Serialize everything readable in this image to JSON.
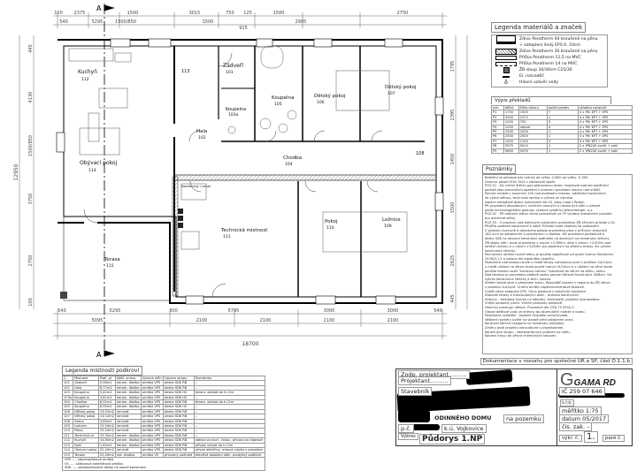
{
  "plan": {
    "section_marker": "A",
    "overall_width": "18700",
    "overall_height": "12950",
    "dims_top_row1": [
      "100",
      "2375",
      "1500",
      "3015",
      "750",
      "125",
      "1500",
      "2750"
    ],
    "dims_top_row2": [
      "540",
      "5295",
      "1500/850",
      "1500",
      "915",
      "2905"
    ],
    "dims_bottom_row1": [
      "540",
      "5295",
      "300",
      "5795",
      "3000",
      "3000",
      "540"
    ],
    "dims_bottom_row2": [
      "5095",
      "2100",
      "2100",
      "2100",
      "2100"
    ],
    "dims_left": [
      "445",
      "4130",
      "1500/850",
      "3750",
      "2750",
      "100"
    ],
    "dims_right": [
      "1795",
      "2395",
      "1450",
      "1500",
      "2625",
      "445"
    ],
    "rooms": [
      {
        "name": "Kuchyň",
        "num": "112"
      },
      {
        "name": "Zádveří",
        "num": "101"
      },
      {
        "name": "Koupelna",
        "num": "103a"
      },
      {
        "name": "Koupelna",
        "num": "105"
      },
      {
        "name": "Dětský pokoj",
        "num": "106"
      },
      {
        "name": "Dětský pokoj",
        "num": "107"
      },
      {
        "name": "Hala",
        "num": "102"
      },
      {
        "name": "Chodba",
        "num": "104"
      },
      {
        "name": "Obývací pokoj",
        "num": "114"
      },
      {
        "name": "Technická místnost",
        "num": "111"
      },
      {
        "name": "Pokoj",
        "num": "110"
      },
      {
        "name": "Ložnice",
        "num": "109"
      },
      {
        "name": "Terasa",
        "num": "115"
      },
      {
        "name": "",
        "num": "113"
      },
      {
        "name": "",
        "num": "108"
      }
    ],
    "tech_note": "Nezámrzný / ventil"
  },
  "material_legend": {
    "title": "Legenda materiálů a značek",
    "items": [
      "Zdivo Porotherm 44 broušené na pěnu",
      "+ zateplení šedý EPS tl. 10cm",
      "Zdivo Porotherm 30 broušené na pěnu",
      "Příčka Porotherm 11,5 na MVC",
      "Příčka Porotherm 14 na MVC",
      "ŽB sloup 30/30cm C25/30",
      "El. rozvaděč",
      "Hlavní uzávěr vody"
    ]
  },
  "lintels": {
    "title": "Výpis překladů",
    "headers": [
      "ozn.",
      "délka",
      "šířka otvoru",
      "počet pastev",
      "skladba nadpraží"
    ],
    "rows": [
      [
        "P1",
        "1750",
        "1500",
        "7",
        "4 x Pth KPT + EPS"
      ],
      [
        "P2",
        "3000",
        "2375",
        "1",
        "4 x Pth KPT + EPS"
      ],
      [
        "P3",
        "1000",
        "750",
        "3",
        "4 x Pth KPT + EPS"
      ],
      [
        "P4",
        "1000",
        "nápad",
        "4",
        "4 x Pth KPT + EPS"
      ],
      [
        "P5",
        "2500",
        "2000",
        "1",
        "4 x Pth KPT + EPS"
      ],
      [
        "P6",
        "2500",
        "2000",
        "1",
        "3 x Pth KPT + EPS"
      ],
      [
        "P7",
        "1500",
        "1100",
        "3",
        "3 x Pth KPT + EPS"
      ],
      [
        "P8",
        "5575",
        "5010",
        "1",
        "2 x IPN240 svařit + sokl"
      ],
      [
        "P9",
        "5800",
        "5295",
        "1",
        "2 x IPN240 svařit + sokl"
      ]
    ]
  },
  "notes": {
    "title": "Poznámky",
    "lines": [
      "Bednění se plánovaným tvárnic od výšky -0,800 do výšky -0,300.",
      "Zemnící pásek FeZn 30/4 v základové spáře.",
      "POZ.01 - Do vnitřní štěrku pod plánovanou desku instalovat potrubí odvětrání",
      "podloží jako preventivní opatření k omezení pronikání radonu nad vnější.",
      "Potrubí umístit v souvrství 100 nad podkladní vrstvou, odvětrání konstrukce.",
      "Vo výšce stěnou, technická zpráva a výkres ve výkrese.",
      "Izolace základové desky rozkreslení dle LS, pásy (např.) Rodon.",
      "PR provedení obvodových, vnitřních nosných a nenosných stěn v přesné",
      "podle technologického postupu výrobce systému Wienerberger, a.s.",
      "POZ.02 - PR realizaci stěna nutno pamatovat na TP výrobce stavebních pouzder",
      "pro otevřené stěny.",
      "POZ.03 - V prostoru nad stěnovým prostorem provedeno ŽB věncem průvlak s Zx",
      "PR(IPN) podklad konstrukce k sobě. Průvlak bude ukotven ke podporám.",
      "V prostoru kuchyně a obývacího pokoje provedeno pásy z příčných stropníků",
      "16/11cm se zateplením z polystyrenu s vložkou. KD provedení podlahové a",
      "desky SDK na dovozní konstrukci podhledu na obytných na konstrukci střechy.",
      "ŽB stojky stěn, bude provedeno v úrovni +2,890m, dále v úrovni +3,500m pod",
      "střešní rovinou a v úrovni +3,600m pro podkrovní na střechu terasy. Viz výkres",
      "konstrukce střechy.",
      "Pod oknem střešní rovině stěny je použito doplňkové uchycení tvárnic Porotherm",
      "24/30/11,5 a izolace dle tepelného výpočtu.",
      "Pozednice nad terasou bude v místě terasy nahrazena ocelí s profilem 24/14cm,",
      "v místě uložení na věnec bude použit hranol 14/14cm a v uložení na věnci bude",
      "použito kotvení ocelí \"tvarovou kotvou\" rozložené do věnce na stěnu, kotvu.",
      "Nad terasou je provedeno zlaťové vazby pomocí štítové konstrukce 16/8cm. Viz",
      "výkres konstrukce střechy a tech. zpráva.",
      "Střešní konstrukce s přesahem krovu. Rozvaděč osazen v regionu do ŽB věnce",
      "v prostoru kuchyně. Vnitřní omítky vápenocementové štukové.",
      "Vnější zdivo zateplení EPS. Okna plastová s izolačním trojsklem.",
      "Zábradlí terasy a francouzských oken - ocelová konstrukce.",
      "Střecha - skládaná krytina na laťování, kontralatě, pojistná hydroizolace.",
      "Vnější parapety plech. Vnitřní parapety plastové.",
      "Všechny prostupy utěsnit. Provedení dle ČSN 73 0540-2.",
      "Odvod dešťové vody ze střechy do akumulační nádrže a vsaku.",
      "Podlahové vytápění - tepelné čerpadlo vzduch/voda.",
      "Veškeré rozměry ověřit na stavbě před zahájením prací.",
      "Kontrolní šachta napojena na kanalizaci přípojkou.",
      "Změny proti projektu konzultovat s projektantem.",
      "Konstrukce stropu - sádrokartonový podhled na roštu.",
      "Kotvení krovu do věnce chemickými kotvami."
    ]
  },
  "room_legend": {
    "title": "Legenda místností podkroví",
    "headers": [
      "Č.",
      "Místnost",
      "Podl. pl.",
      "Nášl. vrstva",
      "Úprava stěn",
      "Úprava stropu",
      "Poznámka"
    ],
    "rows": [
      [
        "101",
        "Zádveří",
        "5,56m2",
        "keram. dlažba",
        "omítka VPS",
        "deska SDK RB",
        "--"
      ],
      [
        "102",
        "Hala",
        "8,77m2",
        "keram. dlažba",
        "omítka VPS",
        "deska SDK RB",
        "--"
      ],
      [
        "103",
        "Koupelna",
        "5,42m2",
        "keram. dlažba",
        "omítka VPS",
        "deska SDK H2",
        "keram. obklad do h=2m"
      ],
      [
        "103a",
        "Koupelna",
        "3,81m2",
        "keram. dlažba",
        "omítka VPS",
        "deska SDK H2",
        "--"
      ],
      [
        "104",
        "Chodba",
        "6,02m2",
        "keram. dlažba",
        "omítka VPS",
        "deska SDK RB",
        "keram. obklad do h=2m"
      ],
      [
        "105",
        "Koupelna",
        "8,95m2",
        "keram. dlažba",
        "omítka VPS",
        "deska SDK H2",
        "--"
      ],
      [
        "106",
        "Dětský pokoj",
        "13,92m2",
        "laminát",
        "omítka VPS",
        "deska SDK RB",
        "--"
      ],
      [
        "107",
        "Dětský pokoj",
        "14,14m2",
        "laminát",
        "omítka VPS",
        "deska SDK RB",
        "--"
      ],
      [
        "108",
        "Šatna",
        "3,60m2",
        "laminát",
        "omítka VPS",
        "deska SDK RB",
        "--"
      ],
      [
        "109",
        "Ložnice",
        "15,54m2",
        "laminát",
        "omítka VPS",
        "deska SDK RB",
        "--"
      ],
      [
        "110",
        "Pokoj",
        "15,24m2",
        "laminát",
        "omítka VPS",
        "deska SDK RB",
        "--"
      ],
      [
        "111",
        "Technická m.",
        "19,30m2",
        "keram. dlažba",
        "omítka VPS",
        "deska SDK RB",
        "--"
      ],
      [
        "112",
        "Kuchyň",
        "14,80m2",
        "keram. dlažba",
        "omítka VPS",
        "deska SDK RB",
        "obklad za kuch. linkou, přívod pro digestoř"
      ],
      [
        "113",
        "Spíž",
        "1,62m2",
        "keram. dlažba",
        "omítka VPS",
        "deska SDK RB",
        "přívod, odvod do h=2m"
      ],
      [
        "114",
        "Obývací pokoj",
        "31,40m2",
        "laminát",
        "omítka VPS",
        "deska SDK RB",
        "přívod elektřiny, krbová vložka s odvodem"
      ],
      [
        "115",
        "Terasa",
        "22,40m2",
        "ext. dlažba",
        "omítka VS",
        "přiznaný podhled",
        "dřevěné obložení stěn, prodyšný podhled"
      ]
    ],
    "footnotes": [
      "VPS ..... vápenopísková omítka",
      "VS ..... silikonová exteriérová omítka",
      "SDK ..... sádrokartonové desky na nosné konstrukci"
    ]
  },
  "title_block": {
    "doc_scope": "Dokumentace v rozsahu pro společné ÚR a SP, část D.1.1.b",
    "resp_designer": "Zodp. projektant..........",
    "designer": "Projektant..........",
    "builder": "Stavebník",
    "project_fragment": "ODINNÉHO DOMU",
    "on_plot": "na pozemku",
    "plot_prefix": "p.č.",
    "location": "k.ú. Vojkovice",
    "drawing_label": "Výkres",
    "drawing_name": "Půdorys 1.NP",
    "company_logo": "GAMA RD",
    "company_suffix": "s.r.o.",
    "ic": "IČ 259 07 646",
    "scale": "měřítko 1:75",
    "date": "datum 05/2017",
    "order_no": "čís. zak. –",
    "drawing_no_label": "výkr. č.",
    "drawing_no": "1.",
    "copy_label": "paré č."
  }
}
